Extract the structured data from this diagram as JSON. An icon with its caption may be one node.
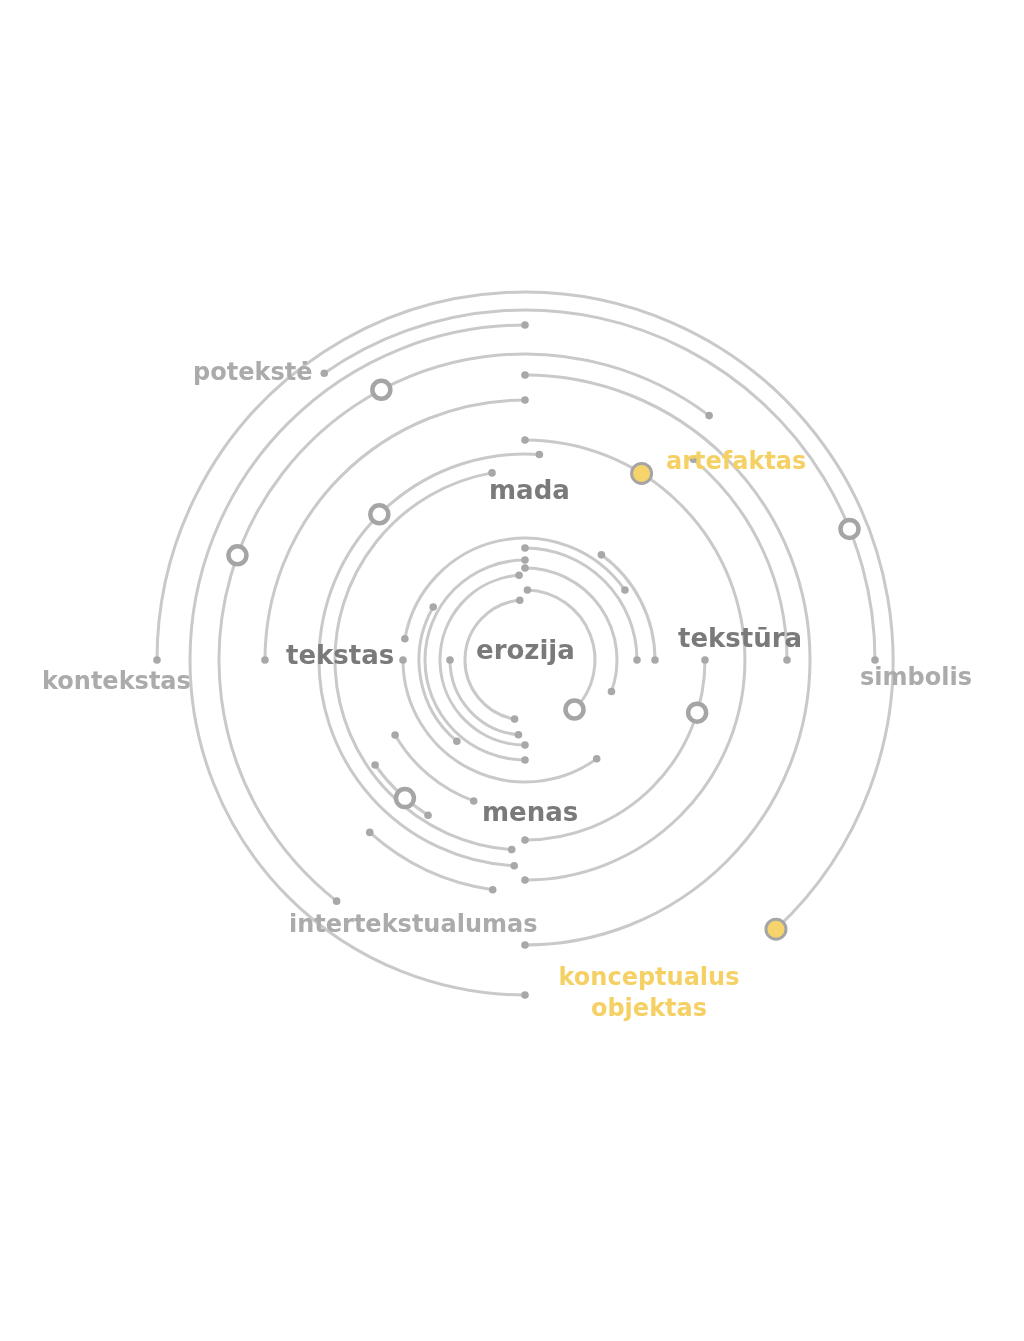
{
  "diagram": {
    "labels": [
      "potekstė",
      "artefaktas",
      "mada",
      "tekstas",
      "erozija",
      "tekstūra",
      "kontekstas",
      "simbolis",
      "menas",
      "intertekstualumas",
      "konceptualus objektas"
    ]
  }
}
